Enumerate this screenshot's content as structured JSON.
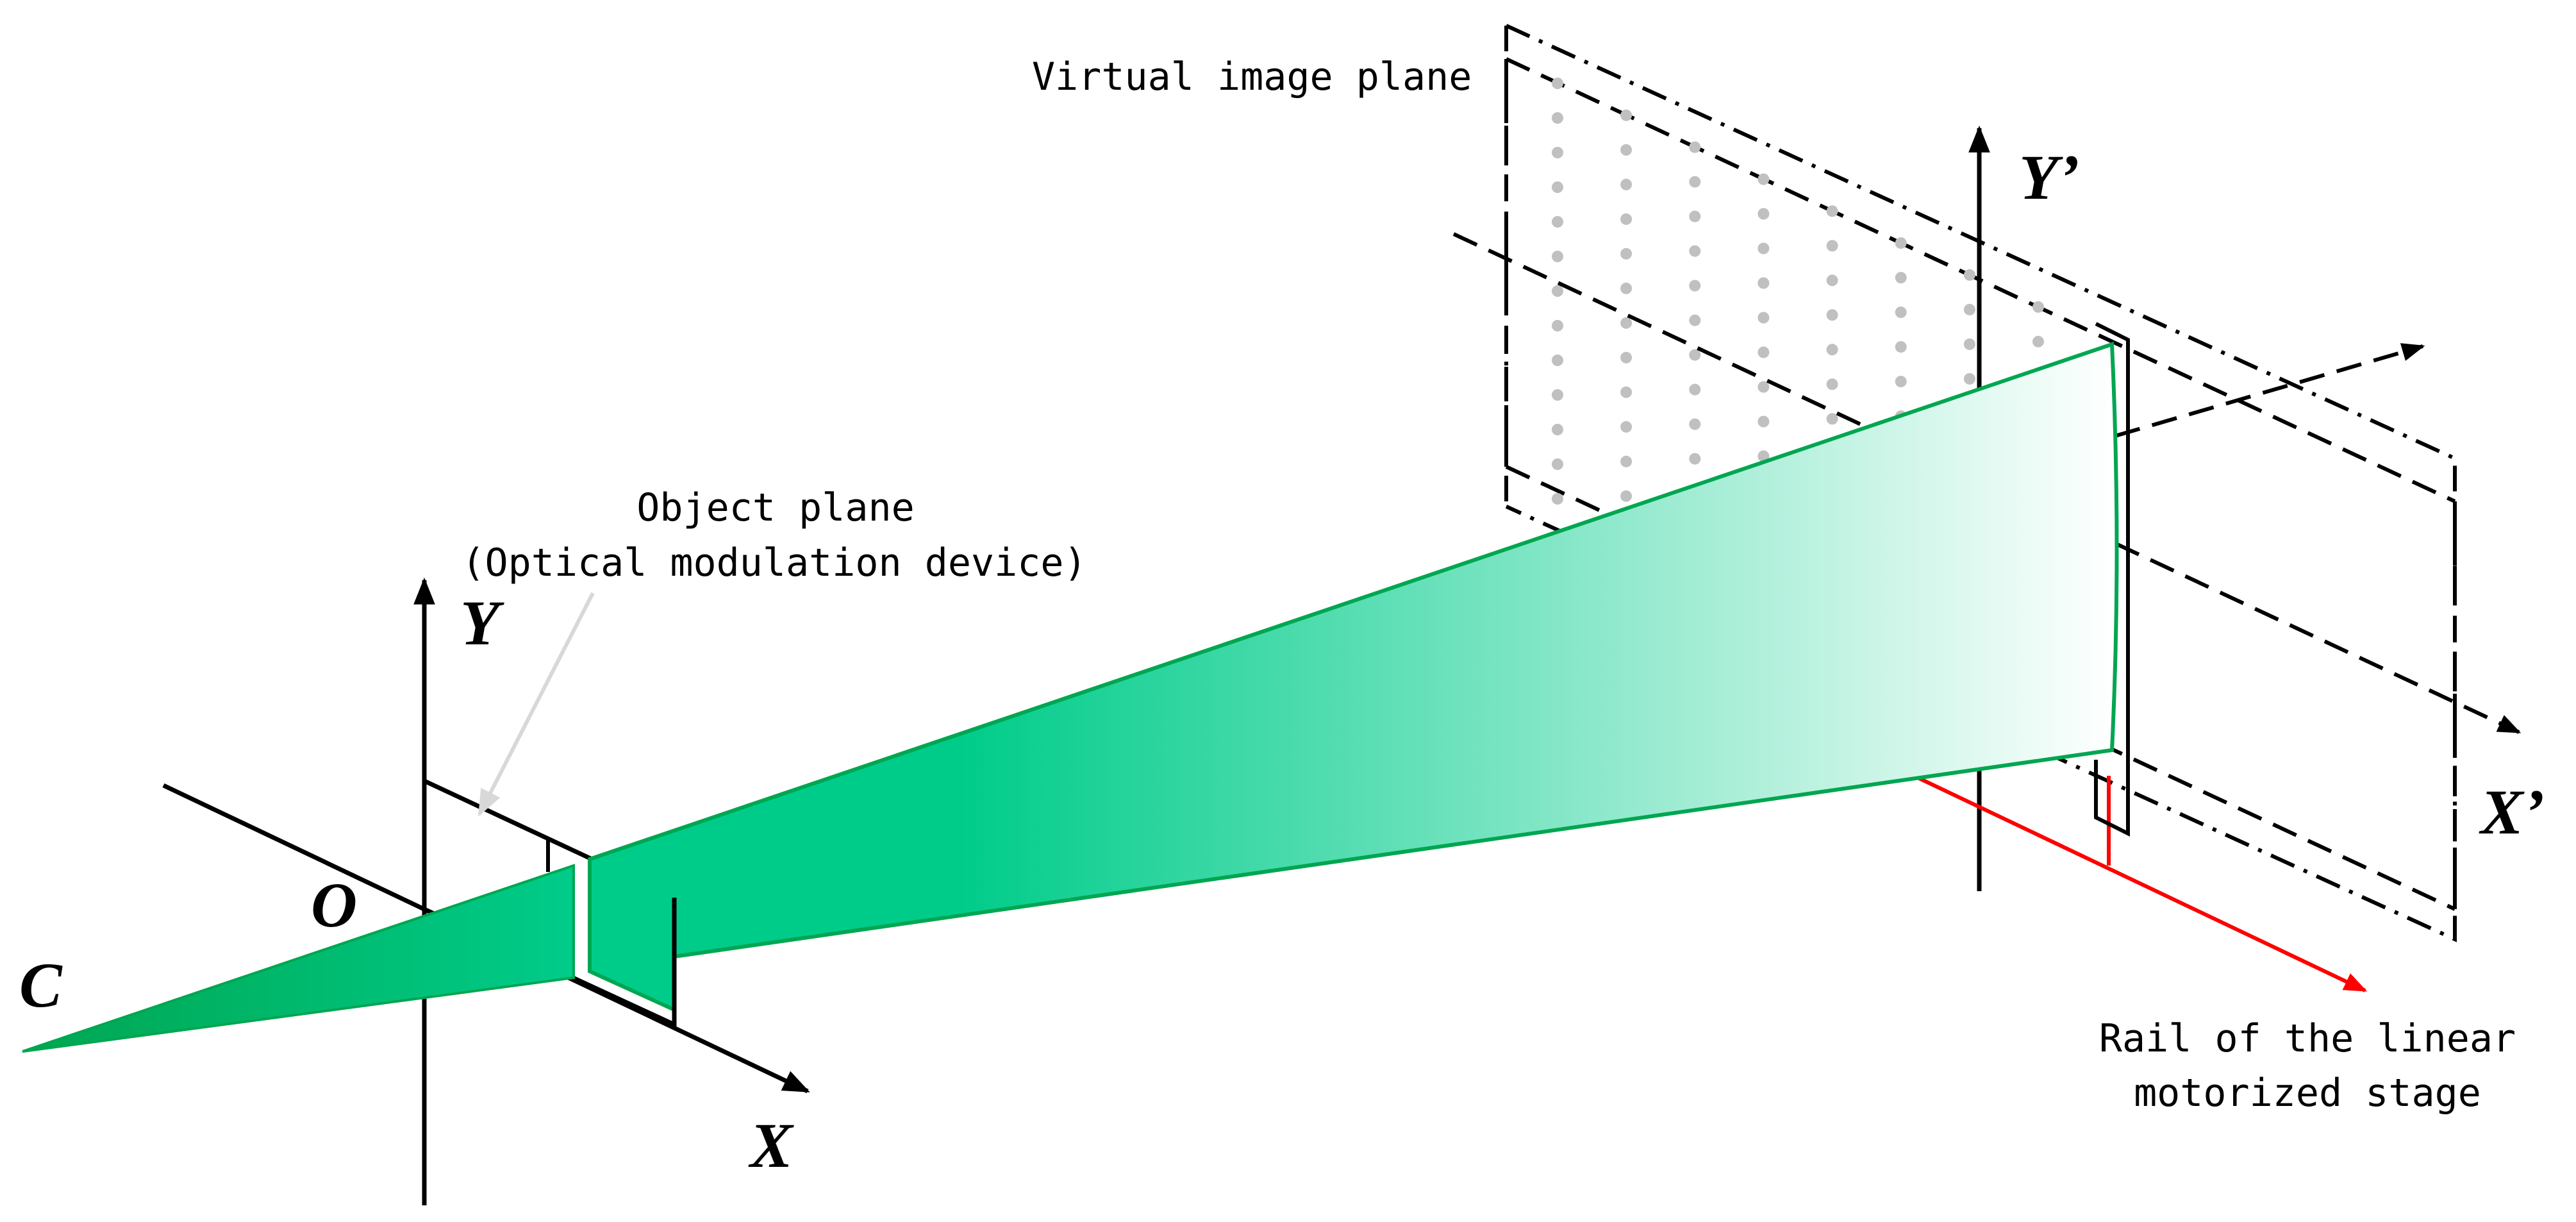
{
  "labels": {
    "virtual_image_plane": "Virtual image plane",
    "object_plane_line1": "Object plane",
    "object_plane_line2": "(Optical modulation device)",
    "rail_line1": "Rail of the linear",
    "rail_line2": "motorized stage",
    "axis_x": "X",
    "axis_y": "Y",
    "axis_origin": "O",
    "axis_c": "C",
    "axis_x_prime": "X’",
    "axis_y_prime": "Y’"
  },
  "colors": {
    "beam_dark": "#00a651",
    "beam_mid": "#00cc8a",
    "beam_light": "#ffffff",
    "beam_edge": "#00a651",
    "rail": "#ff0000",
    "dots": "#c0c0c0",
    "pointer": "#d8d8d8",
    "lines": "#000000"
  },
  "dot_grid": {
    "columns": 8,
    "rows": 13
  }
}
